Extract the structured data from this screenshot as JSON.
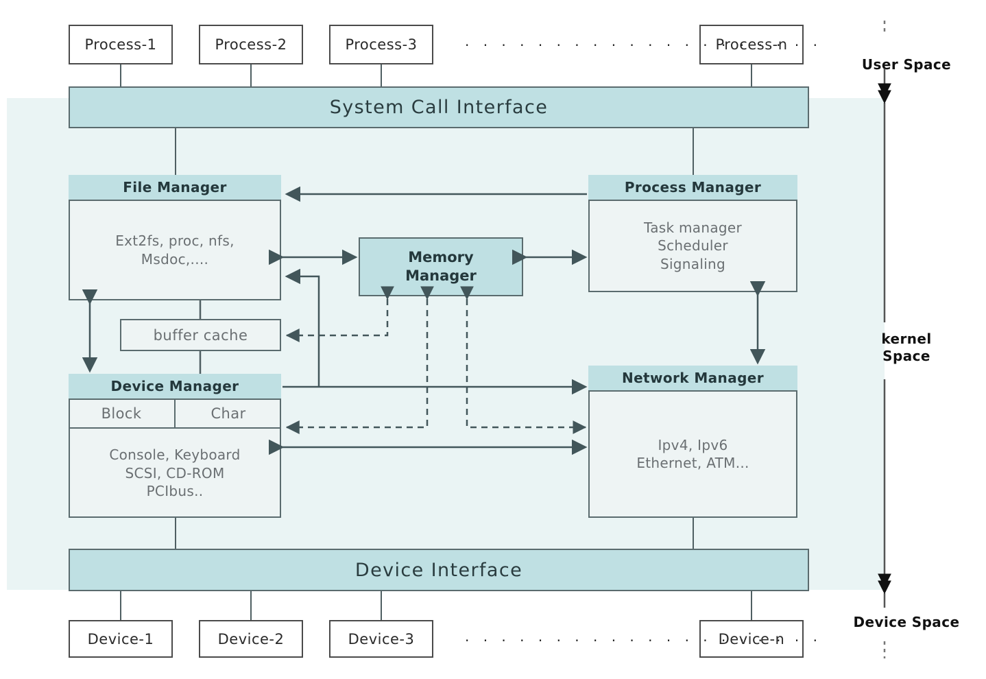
{
  "diagram": {
    "title": "Linux Kernel Architecture Block Diagram",
    "colors": {
      "header_fill": "#bfe0e3",
      "body_fill": "#eef4f4",
      "kernel_background": "#eaf4f4",
      "border": "#5a6b6e",
      "line": "#4f5f62",
      "plain_box_border": "#4a4a4a",
      "text_dim": "#6a6f72"
    }
  },
  "user_space": {
    "label": "User Space",
    "processes": [
      {
        "label": "Process-1"
      },
      {
        "label": "Process-2"
      },
      {
        "label": "Process-3"
      },
      {
        "label": "Process-n"
      }
    ],
    "ellipsis": "· · · · · · · · · · · · · · · · · · · ·"
  },
  "kernel_space": {
    "label": "kernel\nSpace",
    "system_call_interface": {
      "label": "System Call Interface"
    },
    "device_interface": {
      "label": "Device Interface"
    },
    "file_manager": {
      "title": "File Manager",
      "body": "Ext2fs, proc, nfs,\nMsdoc,...."
    },
    "process_manager": {
      "title": "Process Manager",
      "body": "Task manager\nScheduler\nSignaling"
    },
    "memory_manager": {
      "title": "Memory\nManager"
    },
    "buffer_cache": {
      "label": "buffer cache"
    },
    "device_manager": {
      "title": "Device Manager",
      "subcells": [
        {
          "label": "Block"
        },
        {
          "label": "Char"
        }
      ],
      "body": "Console, Keyboard\nSCSI, CD-ROM\nPCIbus.."
    },
    "network_manager": {
      "title": "Network Manager",
      "body": "Ipv4, Ipv6\nEthernet, ATM..."
    }
  },
  "device_space": {
    "label": "Device Space",
    "devices": [
      {
        "label": "Device-1"
      },
      {
        "label": "Device-2"
      },
      {
        "label": "Device-3"
      },
      {
        "label": "Device-n"
      }
    ],
    "ellipsis": "· · · · · · · · · · · · · · · · · · · ·"
  }
}
